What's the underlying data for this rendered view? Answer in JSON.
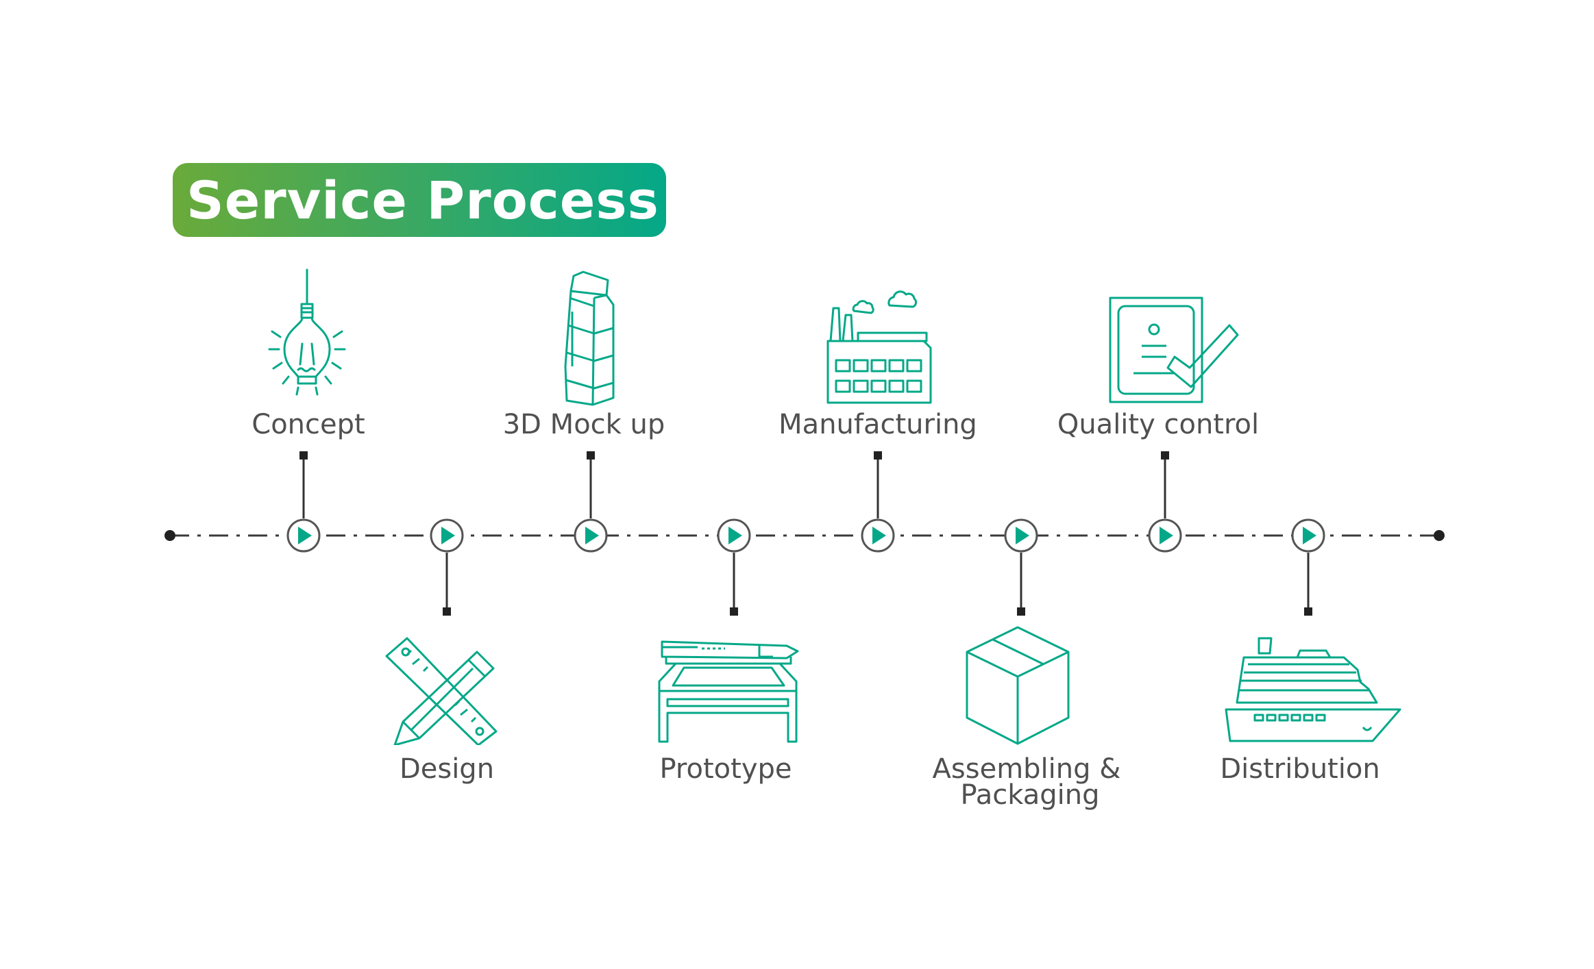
{
  "title": "Service Process",
  "colors": {
    "accent": "#04a888",
    "gradient_start": "#6aaa3a",
    "line": "#3a3a3a",
    "text": "#505050"
  },
  "steps": [
    {
      "label": "Concept",
      "icon": "light-bulb-icon",
      "position": "top"
    },
    {
      "label": "Design",
      "icon": "ruler-pencil-icon",
      "position": "bottom"
    },
    {
      "label": "3D Mock up",
      "icon": "display-stand-icon",
      "position": "top"
    },
    {
      "label": "Prototype",
      "icon": "flatbed-printer-icon",
      "position": "bottom"
    },
    {
      "label": "Manufacturing",
      "icon": "factory-icon",
      "position": "top"
    },
    {
      "label": "Assembling & Packaging",
      "label_line1": "Assembling &",
      "label_line2": "Packaging",
      "icon": "box-icon",
      "position": "bottom"
    },
    {
      "label": "Quality control",
      "icon": "certificate-check-icon",
      "position": "top"
    },
    {
      "label": "Distribution",
      "icon": "cruise-ship-icon",
      "position": "bottom"
    }
  ]
}
